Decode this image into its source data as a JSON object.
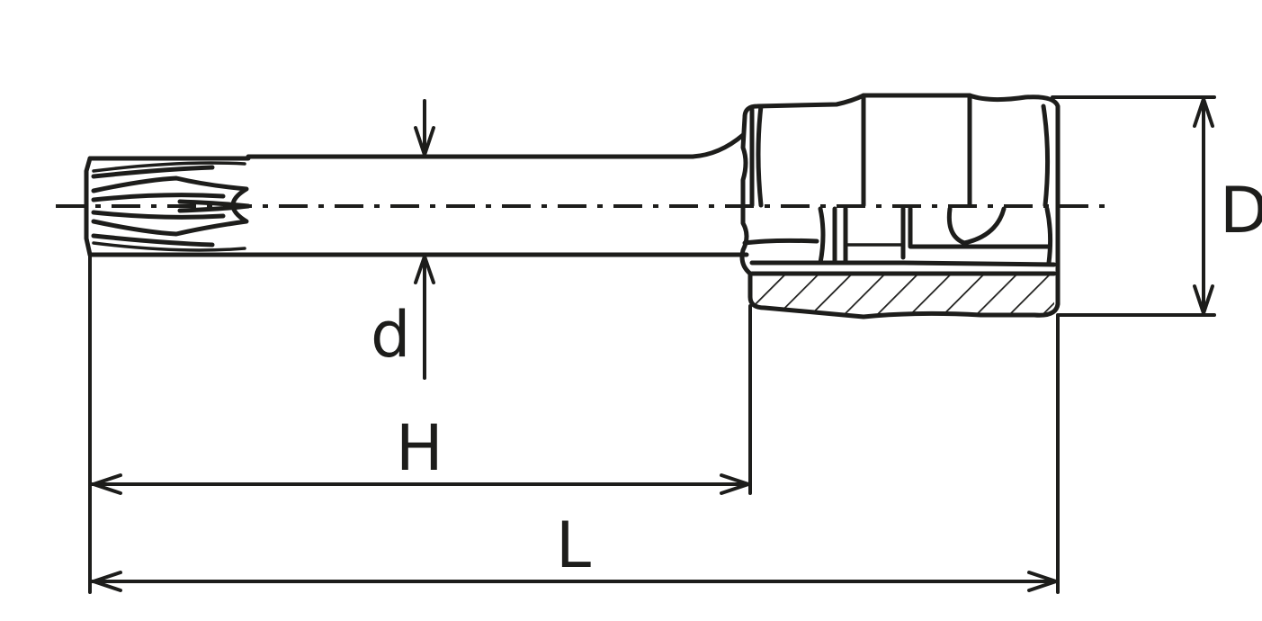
{
  "labels": {
    "d": "d",
    "D": "D",
    "H": "H",
    "L": "L"
  },
  "colors": {
    "ink": "#1d1d1b",
    "background": "#ffffff"
  }
}
